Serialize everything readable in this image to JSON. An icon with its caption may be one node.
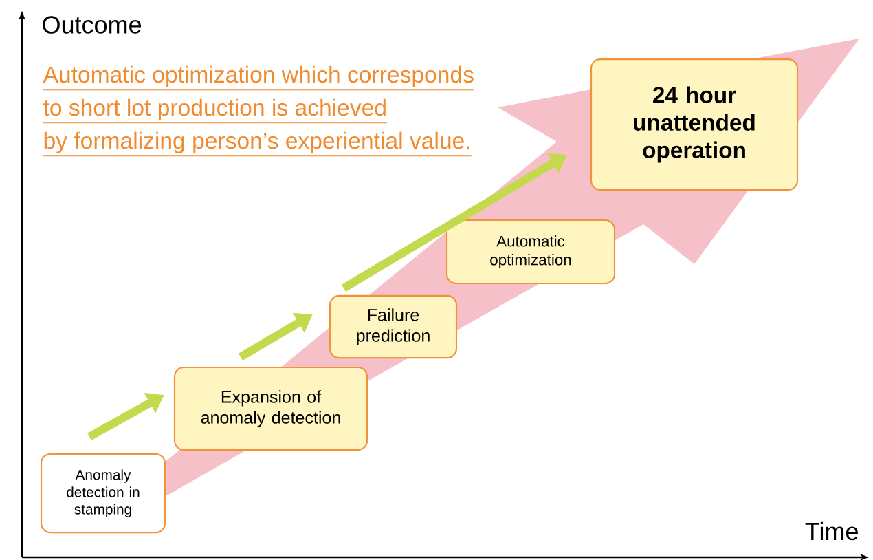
{
  "diagram": {
    "nodes": [
      {
        "text": [
          "Anomaly detection in stamping"
        ]
      },
      {
        "text": [
          "Expansion of anomaly detection"
        ]
      },
      {
        "text": [
          "Failure prediction"
        ]
      },
      {
        "text": [
          "Automatic optimization"
        ]
      },
      {
        "text": [
          "24 hour unattended operation"
        ]
      }
    ],
    "edges": [
      {
        "from": 0,
        "to": 1,
        "arrow": "to"
      },
      {
        "from": 1,
        "to": 2,
        "arrow": "to"
      },
      {
        "from": 2,
        "to": 4,
        "arrow": "to"
      }
    ],
    "labels": [
      "Outcome",
      "Automatic optimization which corresponds",
      "to short lot production is achieved",
      "by formalizing person’s experiential value.",
      "Time"
    ]
  }
}
